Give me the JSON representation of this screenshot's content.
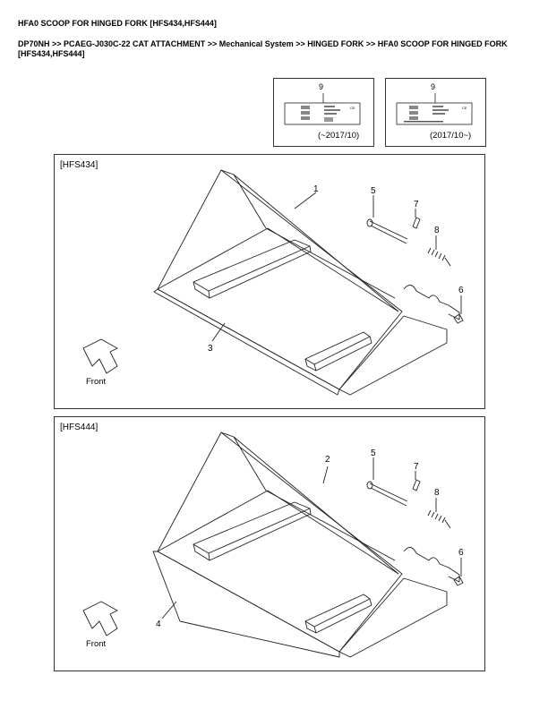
{
  "page": {
    "title": "HFA0 SCOOP FOR HINGED FORK [HFS434,HFS444]",
    "breadcrumb": "DP70NH >> PCAEG-J030C-22 CAT ATTACHMENT >> Mechanical System >> HINGED FORK >> HFA0 SCOOP FOR HINGED FORK [HFS434,HFS444]"
  },
  "labels": [
    {
      "number": "9",
      "caption": "(~2017/10)"
    },
    {
      "number": "9",
      "caption": "(2017/10~)"
    }
  ],
  "diagrams": [
    {
      "tag": "[HFS434]",
      "callouts": {
        "body": "1",
        "edge": "3",
        "pin": "5",
        "clip": "7",
        "spring": "8",
        "bracket": "6"
      },
      "arrow_label": "Front"
    },
    {
      "tag": "[HFS444]",
      "callouts": {
        "body": "2",
        "edge": "4",
        "pin": "5",
        "clip": "7",
        "spring": "8",
        "bracket": "6"
      },
      "arrow_label": "Front"
    }
  ],
  "colors": {
    "line": "#222222",
    "border": "#333333"
  }
}
